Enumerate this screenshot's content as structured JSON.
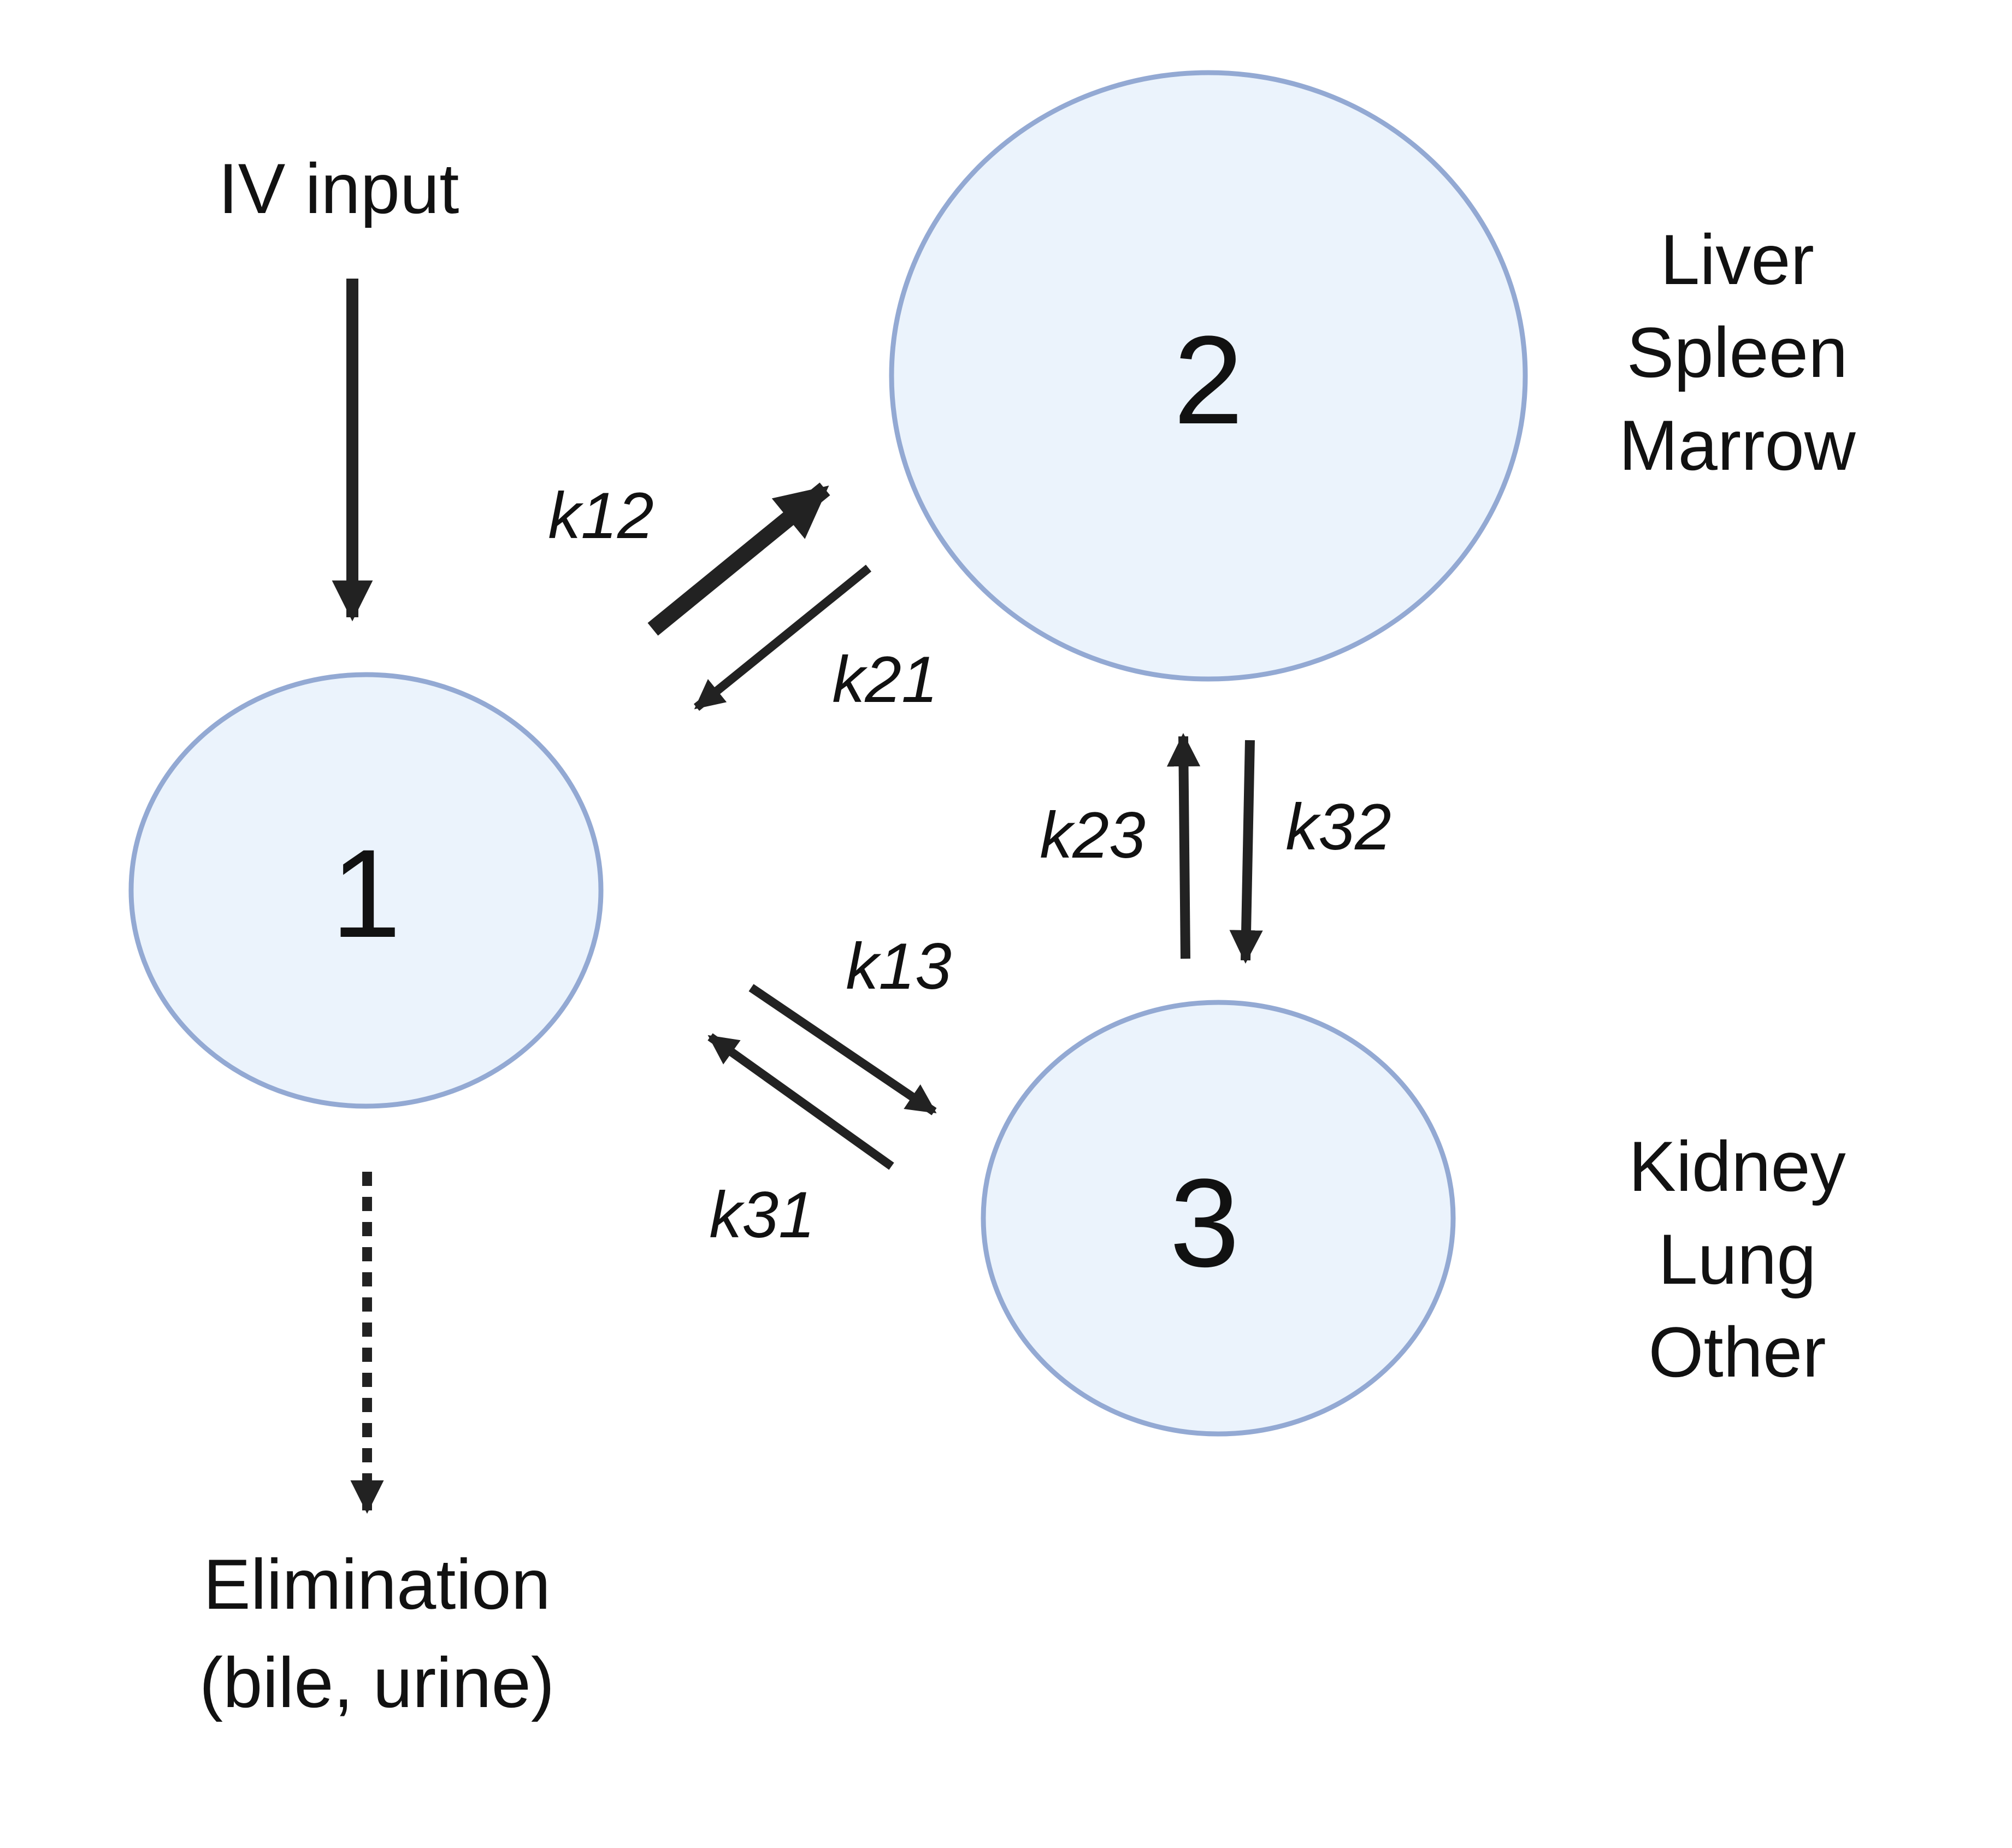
{
  "input_label": "IV input",
  "elimination": {
    "line1": "Elimination",
    "line2": "(bile, urine)"
  },
  "compartments": [
    {
      "id": "1",
      "label": "1",
      "tissues": []
    },
    {
      "id": "2",
      "label": "2",
      "tissues": [
        "Liver",
        "Spleen",
        "Marrow"
      ]
    },
    {
      "id": "3",
      "label": "3",
      "tissues": [
        "Kidney",
        "Lung",
        "Other"
      ]
    }
  ],
  "rate_constants": {
    "k12": "k12",
    "k21": "k21",
    "k23": "k23",
    "k32": "k32",
    "k13": "k13",
    "k31": "k31"
  },
  "colors": {
    "compartment_fill": "#ebf3fc",
    "compartment_stroke": "#93a9d3",
    "arrow": "#222222",
    "text": "#111111"
  }
}
